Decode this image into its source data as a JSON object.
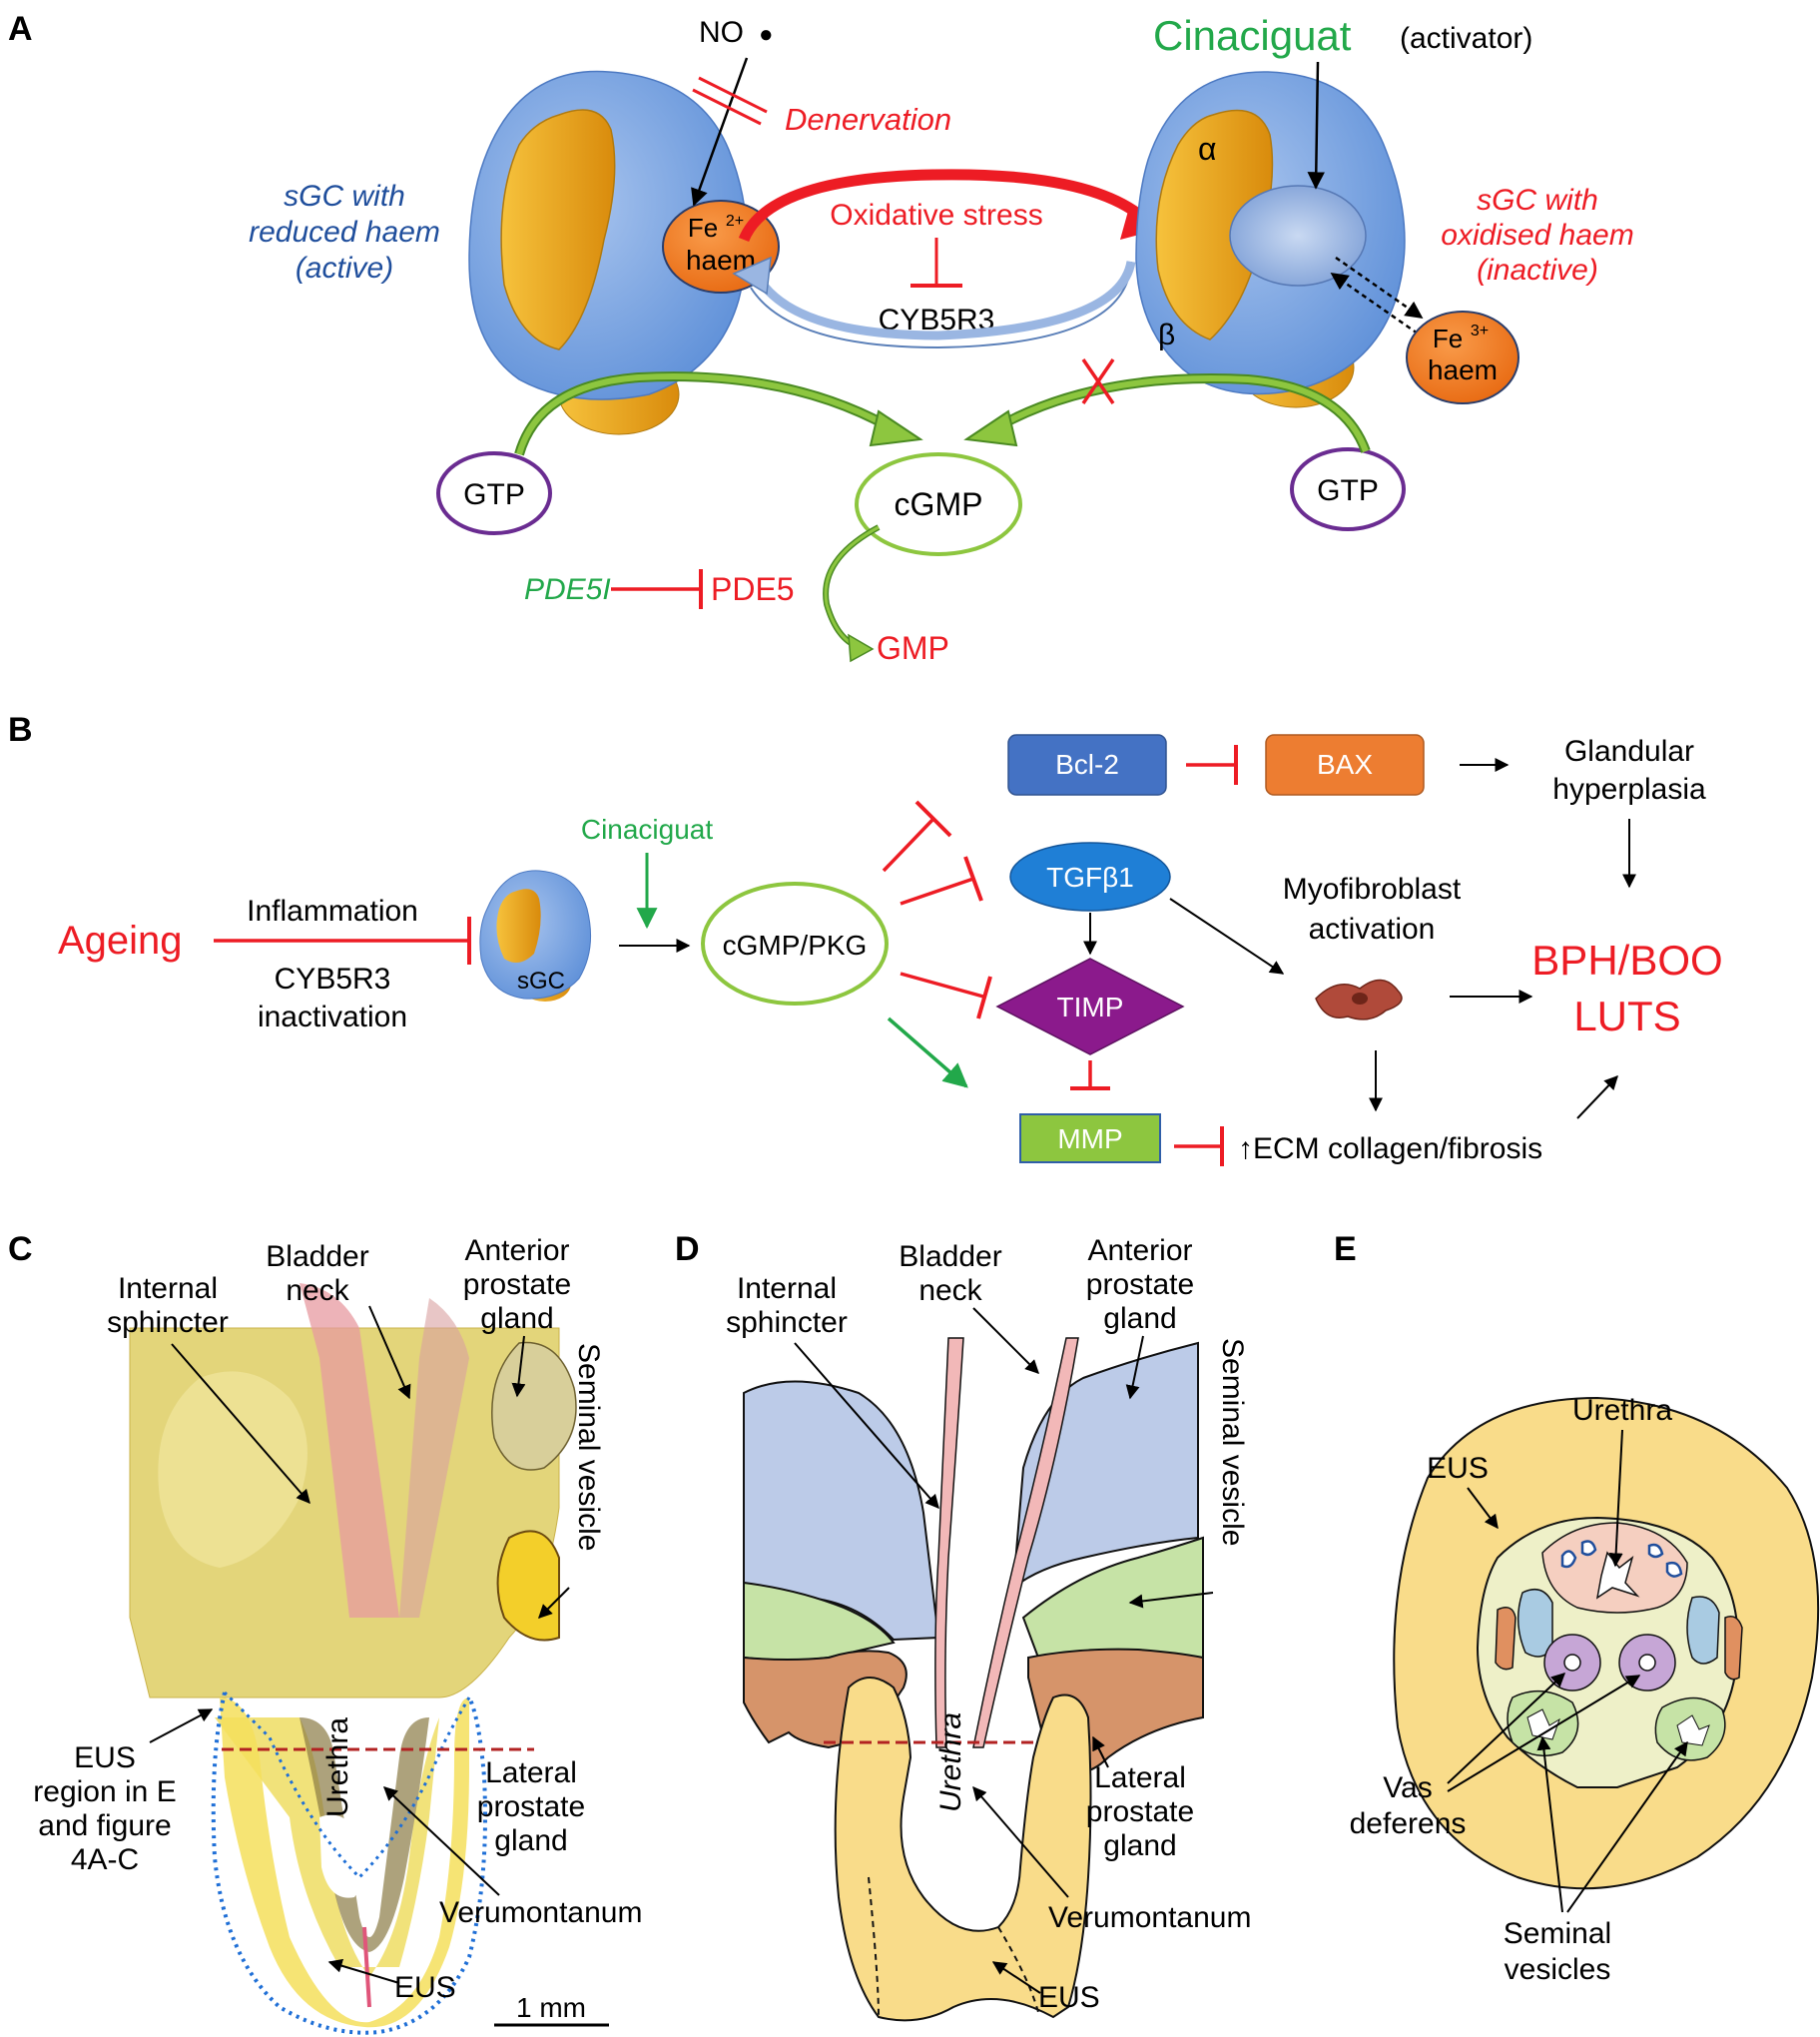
{
  "panels": {
    "a": "A",
    "b": "B",
    "c": "C",
    "d": "D",
    "e": "E"
  },
  "panel_a": {
    "no_label": "NO",
    "no_dot": "●",
    "denervation": "Denervation",
    "cinaciguat": "Cinaciguat",
    "cinaciguat_paren": "(activator)",
    "sgc_reduced": [
      "sGC with",
      "reduced haem",
      "(active)"
    ],
    "sgc_oxidised": [
      "sGC with",
      "oxidised haem",
      "(inactive)"
    ],
    "fe2": "Fe",
    "fe2_sup": "2+",
    "haem": "haem",
    "fe3": "Fe",
    "fe3_sup": "3+",
    "oxidative_stress": "Oxidative stress",
    "cyb5r3": "CYB5R3",
    "alpha": "α",
    "beta": "β",
    "gtp_left": "GTP",
    "gtp_right": "GTP",
    "cgmp": "cGMP",
    "pde5i": "PDE5I",
    "pde5": "PDE5",
    "gmp": "GMP"
  },
  "panel_b": {
    "ageing": "Ageing",
    "inflammation": "Inflammation",
    "cyb5r3_inactivation": [
      "CYB5R3",
      "inactivation"
    ],
    "sgc": "sGC",
    "cinaciguat": "Cinaciguat",
    "cgmp_pkg": "cGMP/PKG",
    "bcl2": "Bcl-2",
    "bax": "BAX",
    "tgfb1": "TGFβ1",
    "timp": "TIMP",
    "mmp": "MMP",
    "glandular": [
      "Glandular",
      "hyperplasia"
    ],
    "myofibroblast": [
      "Myofibroblast",
      "activation"
    ],
    "ecm": "↑ECM collagen/fibrosis",
    "outcome": [
      "BPH/BOO",
      "LUTS"
    ]
  },
  "panel_c": {
    "internal_sphincter": [
      "Internal",
      "sphincter"
    ],
    "bladder_neck": [
      "Bladder",
      "neck"
    ],
    "anterior_prostate": [
      "Anterior",
      "prostate",
      "gland"
    ],
    "seminal_vesicle": "Seminal vesicle",
    "urethra": "Urethra",
    "eus_region": [
      "EUS",
      "region in E",
      "and figure",
      "4A-C"
    ],
    "lateral_prostate": [
      "Lateral",
      "prostate",
      "gland"
    ],
    "verumontanum": "Verumontanum",
    "eus": "EUS",
    "scale": "1 mm"
  },
  "panel_d": {
    "internal_sphincter": [
      "Internal",
      "sphincter"
    ],
    "bladder_neck": [
      "Bladder",
      "neck"
    ],
    "anterior_prostate": [
      "Anterior",
      "prostate",
      "gland"
    ],
    "seminal_vesicle": "Seminal vesicle",
    "urethra": "Urethra",
    "lateral_prostate": [
      "Lateral",
      "prostate",
      "gland"
    ],
    "verumontanum": "Verumontanum",
    "eus": "EUS"
  },
  "panel_e": {
    "urethra": "Urethra",
    "eus": "EUS",
    "vas_deferens": [
      "Vas",
      "deferens"
    ],
    "seminal_vesicles": [
      "Seminal",
      "vesicles"
    ]
  },
  "colors": {
    "red": "#ed1c24",
    "green": "#22a84a",
    "blue_text": "#1f4e9c",
    "sgc_blue": "#7fa8e0",
    "sgc_orange": "#f5b11c",
    "haem_orange": "#f47b20",
    "gtp_purple": "#6a2c91",
    "cgmp_green": "#8dc63f",
    "bcl2": "#4472c4",
    "bax": "#ed7d31",
    "tgfb1": "#1f7fd6",
    "timp": "#8b1a8c",
    "mmp": "#8dc63f",
    "tissue_yellow": "#f1e27a",
    "prostate_blue": "#bccbe8",
    "sv_green": "#c6e3a6",
    "lateral_brown": "#d6946a",
    "sphincter_pink": "#f2b8b8",
    "eus_yellow": "#f9dc8a"
  }
}
